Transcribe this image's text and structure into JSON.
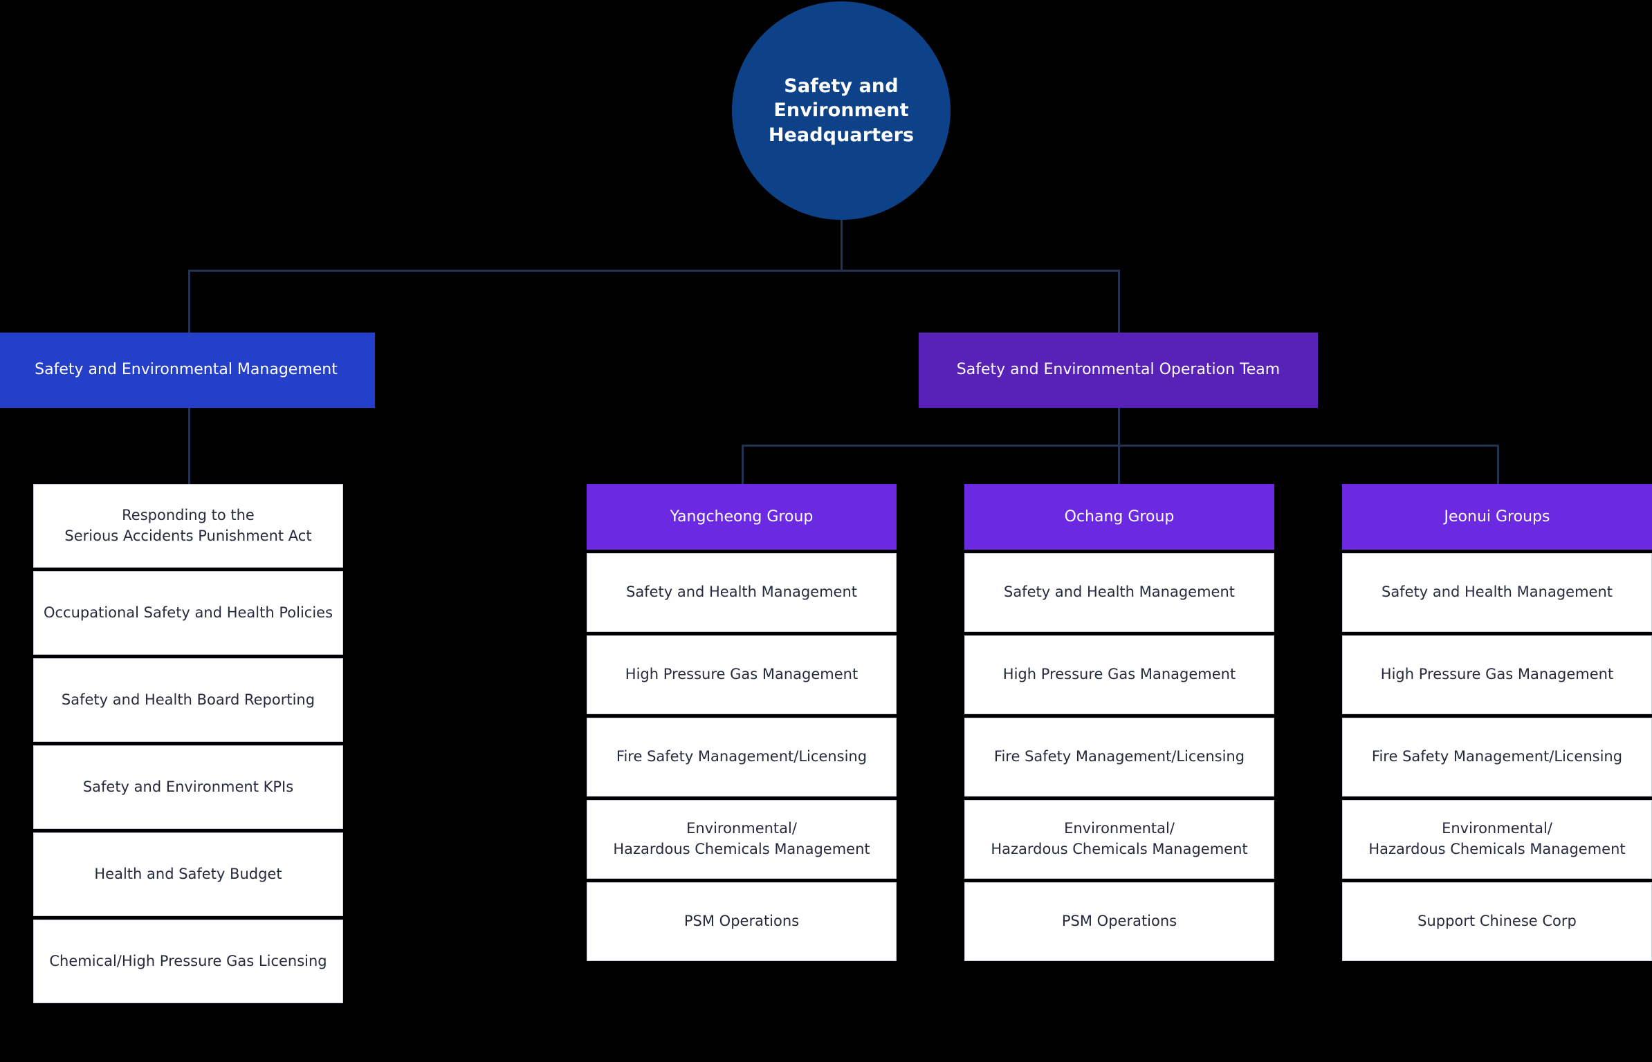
{
  "chart_data": {
    "type": "diagram",
    "title": "Safety and Environment Headquarters Organizational Chart",
    "orientation": "top-down",
    "levels": 3
  },
  "root": {
    "label": "Safety and\nEnvironment\nHeadquarters",
    "shape": "circle",
    "color": "#0D4288",
    "text_color": "#FFFFFF"
  },
  "level2": [
    {
      "label": "Safety and Environmental Management",
      "color": "#2440C8",
      "text_color": "#FFFFFF"
    },
    {
      "label": "Safety and Environmental Operation Team",
      "color": "#5821B8",
      "text_color": "#FFFFFF"
    }
  ],
  "columns": {
    "management": {
      "header": null,
      "items": [
        "Responding to the\nSerious Accidents Punishment Act",
        "Occupational Safety and Health Policies",
        "Safety and Health Board Reporting",
        "Safety and Environment KPIs",
        "Health and Safety Budget",
        "Chemical/High Pressure Gas Licensing"
      ]
    },
    "yangcheong": {
      "header": "Yangcheong Group",
      "header_color": "#6C29E2",
      "items": [
        "Safety and Health Management",
        "High Pressure Gas Management",
        "Fire Safety Management/Licensing",
        "Environmental/\nHazardous Chemicals Management",
        "PSM Operations"
      ]
    },
    "ochang": {
      "header": "Ochang Group",
      "header_color": "#6C29E2",
      "items": [
        "Safety and Health Management",
        "High Pressure Gas Management",
        "Fire Safety Management/Licensing",
        "Environmental/\nHazardous Chemicals Management",
        "PSM Operations"
      ]
    },
    "jeonui": {
      "header": "Jeonui Groups",
      "header_color": "#6C29E2",
      "items": [
        "Safety and Health Management",
        "High Pressure Gas Management",
        "Fire Safety Management/Licensing",
        "Environmental/\nHazardous Chemicals Management",
        "Support Chinese Corp"
      ]
    }
  },
  "colors": {
    "background": "#000000",
    "connector": "#243351",
    "cell_bg": "#FFFFFF",
    "cell_border": "#C9D0DC",
    "cell_text": "#242B3D"
  }
}
